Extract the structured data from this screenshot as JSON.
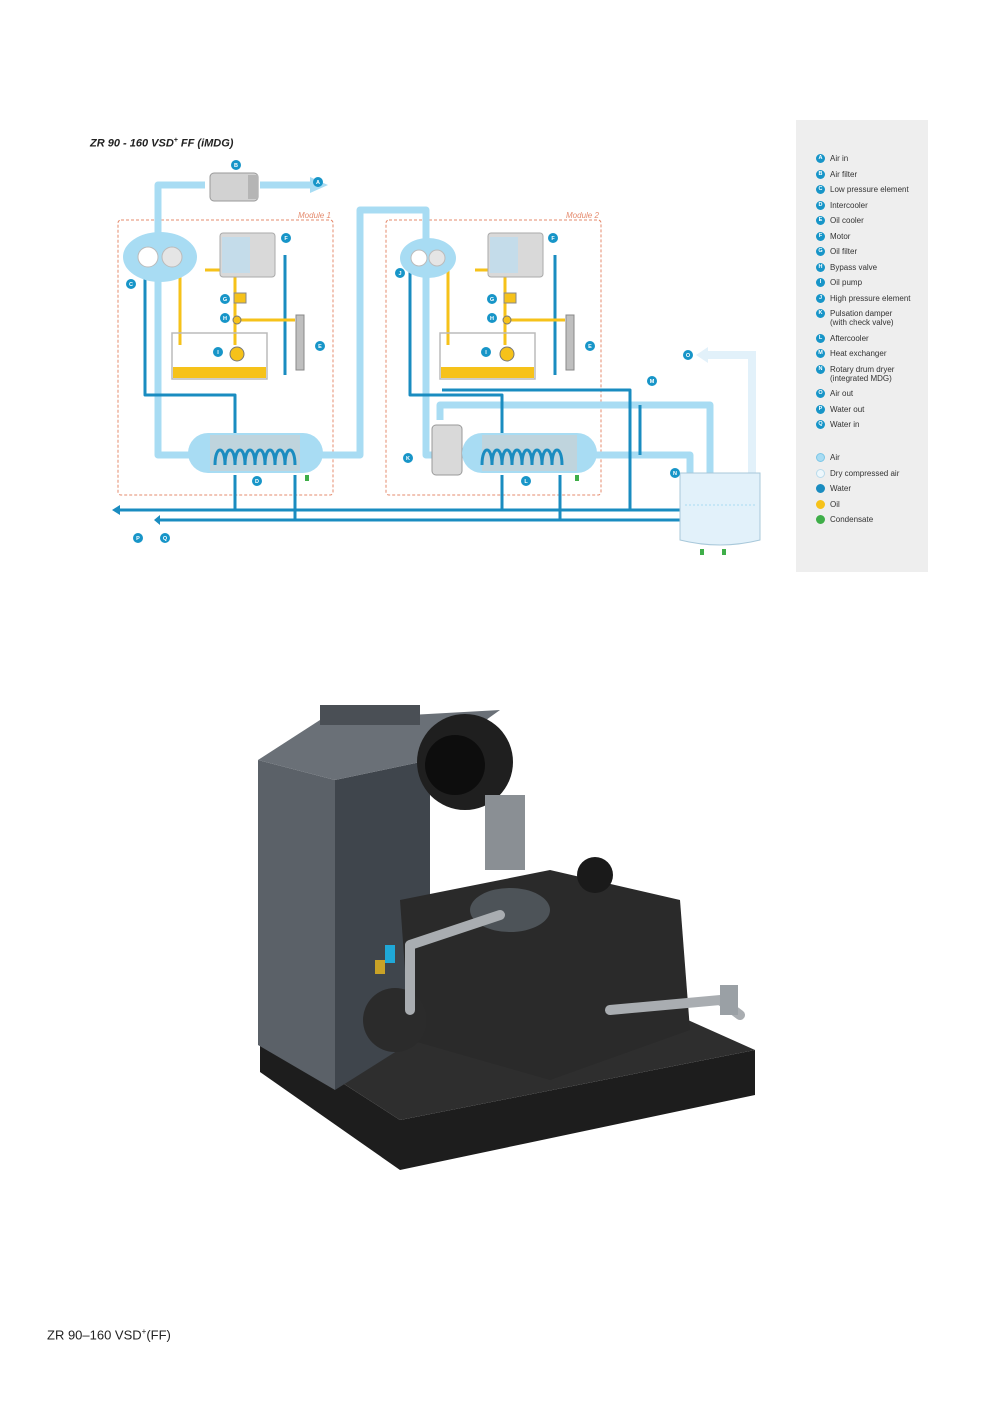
{
  "diagram": {
    "title_main": "ZR 90 - 160 VSD",
    "title_sup": "+",
    "title_suffix": " FF (iMDG)",
    "module_1_label": "Module 1",
    "module_2_label": "Module 2",
    "tags": {
      "A": "A",
      "B": "B",
      "C": "C",
      "D": "D",
      "E": "E",
      "F": "F",
      "G": "G",
      "H": "H",
      "I": "I",
      "J": "J",
      "K": "K",
      "L": "L",
      "M": "M",
      "N": "N",
      "O": "O",
      "P": "P",
      "Q": "Q"
    }
  },
  "legend": {
    "items": [
      {
        "code": "A",
        "label": "Air in"
      },
      {
        "code": "B",
        "label": "Air filter"
      },
      {
        "code": "C",
        "label": "Low pressure element"
      },
      {
        "code": "D",
        "label": "Intercooler"
      },
      {
        "code": "E",
        "label": "Oil cooler"
      },
      {
        "code": "F",
        "label": "Motor"
      },
      {
        "code": "G",
        "label": "Oil filter"
      },
      {
        "code": "H",
        "label": "Bypass valve"
      },
      {
        "code": "I",
        "label": "Oil pump"
      },
      {
        "code": "J",
        "label": "High pressure element"
      },
      {
        "code": "K",
        "label": "Pulsation damper\n(with check valve)"
      },
      {
        "code": "L",
        "label": "Aftercooler"
      },
      {
        "code": "M",
        "label": "Heat exchanger"
      },
      {
        "code": "N",
        "label": "Rotary drum dryer\n(integrated MDG)"
      },
      {
        "code": "O",
        "label": "Air out"
      },
      {
        "code": "P",
        "label": "Water out"
      },
      {
        "code": "Q",
        "label": "Water in"
      }
    ],
    "swatches": [
      {
        "label": "Air",
        "color": "#a8dcf3",
        "border": "#7cc6e6"
      },
      {
        "label": "Dry compressed air",
        "color": "#eef7fc",
        "border": "#b9dbec"
      },
      {
        "label": "Water",
        "color": "#1a8cc0",
        "border": "#1a8cc0"
      },
      {
        "label": "Oil",
        "color": "#f6c21a",
        "border": "#f6c21a"
      },
      {
        "label": "Condensate",
        "color": "#3fae49",
        "border": "#3fae49"
      }
    ]
  },
  "colors": {
    "air": "#a8dcf3",
    "dry_air": "#e2f1fa",
    "water": "#1a8cc0",
    "oil": "#f6c21a",
    "condensate": "#3fae49",
    "module_border": "#e58b6e",
    "tag": "#1795c8"
  },
  "footer": {
    "main": "ZR 90–160 VSD",
    "sup": "+",
    "suffix": "(FF)"
  }
}
